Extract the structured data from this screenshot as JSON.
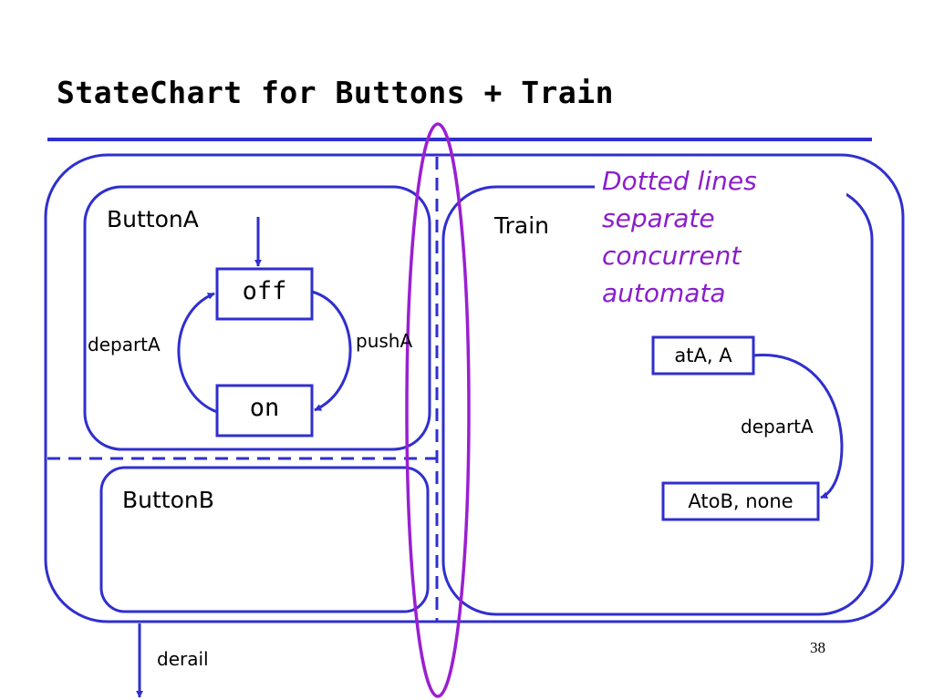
{
  "title": "StateChart for Buttons + Train",
  "components": {
    "button_a": {
      "name": "ButtonA",
      "states": [
        "off",
        "on"
      ],
      "transitions": [
        "pushA",
        "departA"
      ]
    },
    "button_b": {
      "name": "ButtonB"
    },
    "train": {
      "name": "Train",
      "states": [
        "atA, A",
        "AtoB, none"
      ],
      "transitions": [
        "departA"
      ]
    }
  },
  "outer_event": "derail",
  "note_lines": [
    "Dotted lines",
    "separate",
    "concurrent",
    "automata"
  ],
  "page_number": "38",
  "colors": {
    "diagram": "#2f2fcf",
    "highlight": "#9b1fd1",
    "note_text": "#8a1ecb"
  }
}
